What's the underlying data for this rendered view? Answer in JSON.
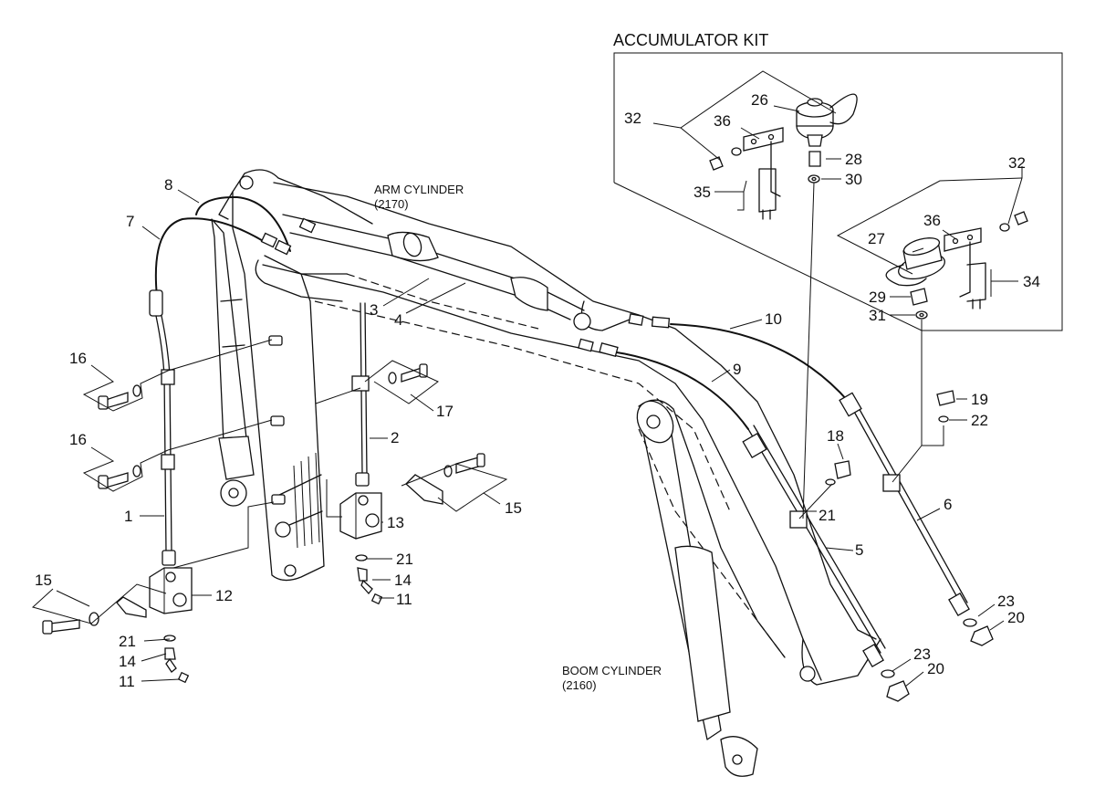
{
  "title": "ACCUMULATOR KIT",
  "captions": {
    "arm_cylinder": "ARM CYLINDER",
    "arm_cylinder_ref": "(2170)",
    "boom_cylinder": "BOOM CYLINDER",
    "boom_cylinder_ref": "(2160)"
  },
  "callouts": {
    "c1": "1",
    "c2": "2",
    "c3": "3",
    "c4": "4",
    "c5": "5",
    "c6": "6",
    "c7": "7",
    "c8": "8",
    "c9": "9",
    "c10": "10",
    "c11a": "11",
    "c11b": "11",
    "c12": "12",
    "c13": "13",
    "c14a": "14",
    "c14b": "14",
    "c15a": "15",
    "c15b": "15",
    "c16a": "16",
    "c16b": "16",
    "c17": "17",
    "c18": "18",
    "c19": "19",
    "c20a": "20",
    "c20b": "20",
    "c21a": "21",
    "c21b": "21",
    "c21c": "21",
    "c22": "22",
    "c23a": "23",
    "c23b": "23",
    "c26": "26",
    "c27": "27",
    "c28": "28",
    "c29": "29",
    "c30": "30",
    "c31": "31",
    "c32a": "32",
    "c32b": "32",
    "c34": "34",
    "c35": "35",
    "c36a": "36",
    "c36b": "36"
  }
}
